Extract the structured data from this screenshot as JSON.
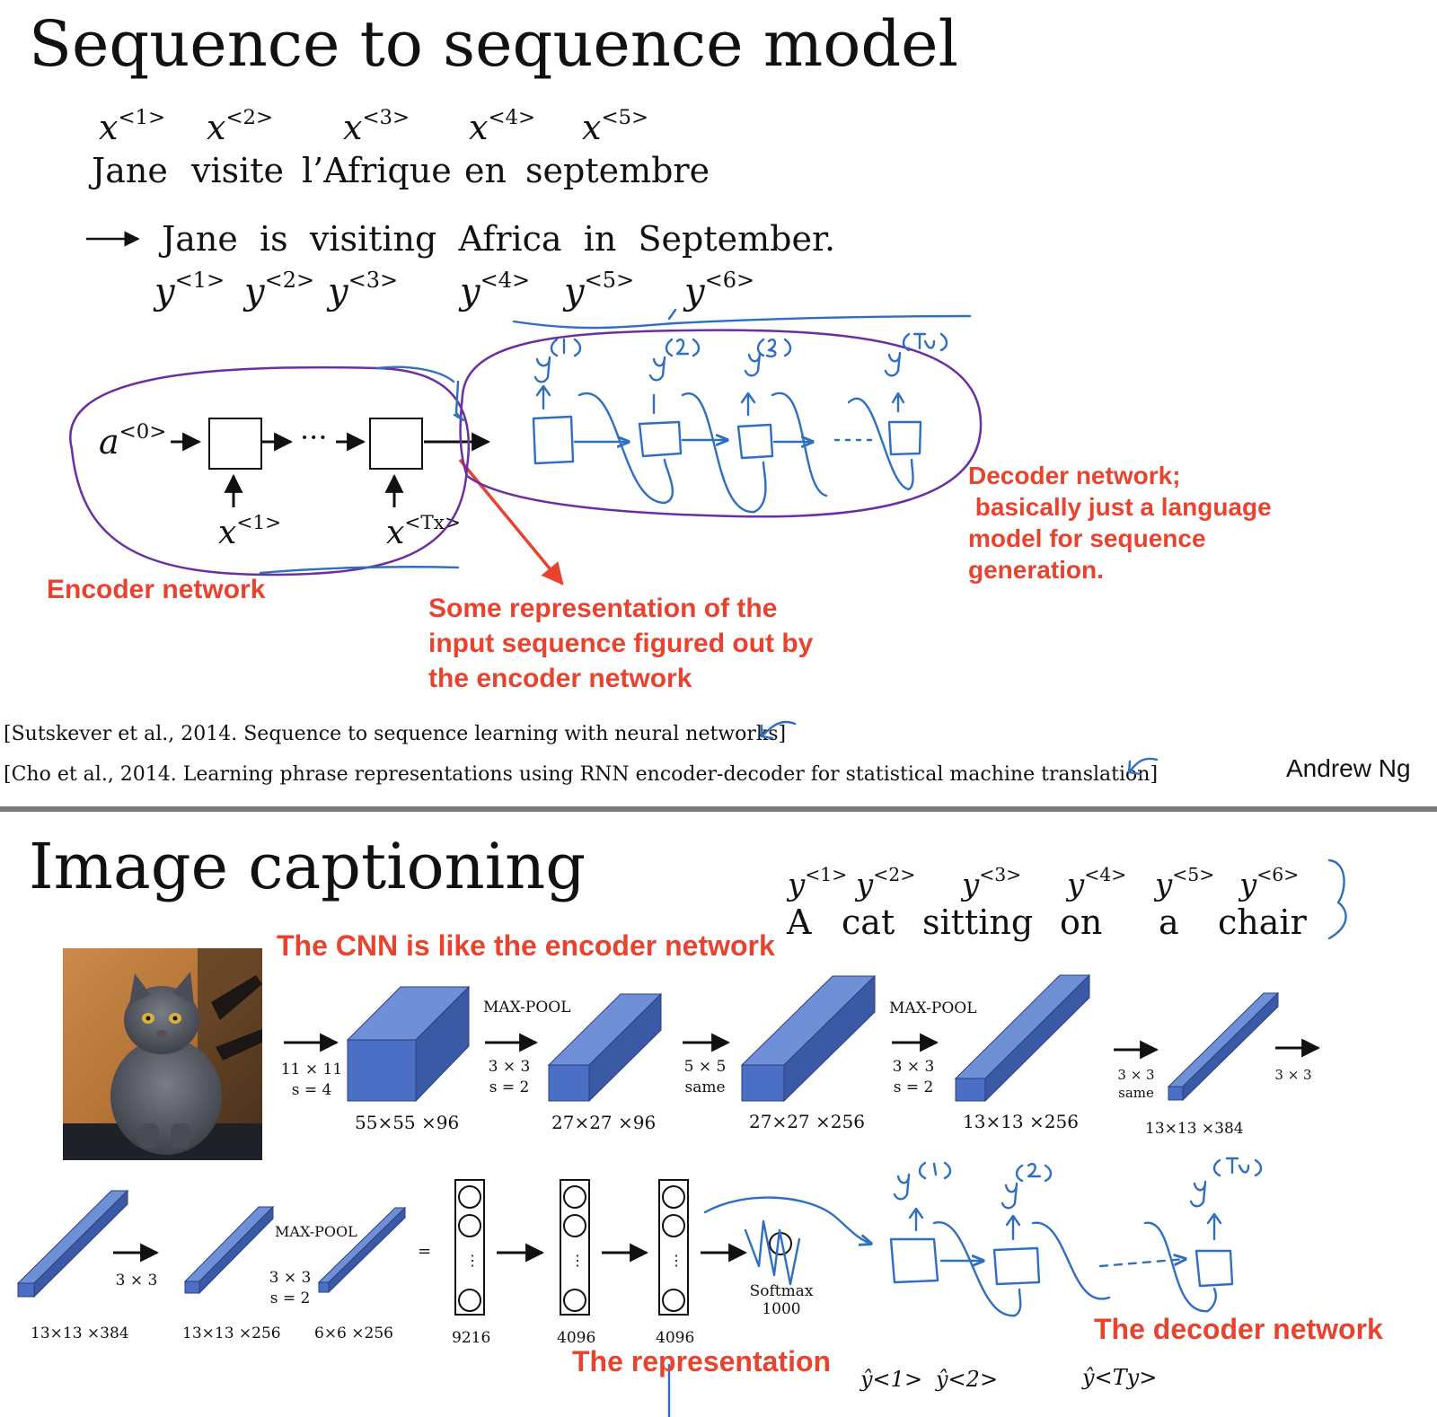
{
  "slide1": {
    "title": "Sequence to sequence model",
    "x_labels": [
      "x",
      "x",
      "x",
      "x",
      "x"
    ],
    "x_sups": [
      "<1>",
      "<2>",
      "<3>",
      "<4>",
      "<5>"
    ],
    "french_words": [
      "Jane",
      "visite",
      "l’Afrique",
      "en",
      "septembre"
    ],
    "english_sentence": "Jane  is  visiting  Africa  in  September.",
    "y_sups": [
      "<1>",
      "<2>",
      "<3>",
      "<4>",
      "<5>",
      "<6>"
    ],
    "a0_sup": "<0>",
    "x1_sup": "<1>",
    "xTx_sup": "<Tx>",
    "dots": "···",
    "encoder_label": "Encoder network",
    "representation_label": "Some representation of the\ninput sequence figured out by\nthe encoder network",
    "decoder_label": "Decoder network;\n basically just a language\nmodel for sequence\ngeneration.",
    "handwritten_y": [
      "y<1>",
      "y<2>",
      "y<3>",
      "y<Ty>"
    ],
    "ref1": "[Sutskever et al., 2014. Sequence to sequence learning with neural networks]",
    "ref2": "[Cho et al., 2014. Learning phrase representations using RNN encoder-decoder for statistical machine translation]",
    "author": "Andrew Ng"
  },
  "slide2": {
    "title": "Image captioning",
    "y_sups": [
      "<1>",
      "<2>",
      "<3>",
      "<4>",
      "<5>",
      "<6>"
    ],
    "caption_words": [
      "A",
      "cat",
      "sitting",
      "on",
      "a",
      "chair"
    ],
    "cnn_label": "The CNN is like the encoder network",
    "row1": {
      "op1": "11 × 11\ns = 4",
      "dim1": "55×55 ×96",
      "pool1": "MAX-POOL",
      "op2": "3 × 3\ns = 2",
      "dim2": "27×27 ×96",
      "op3": "5 × 5\nsame",
      "dim3": "27×27 ×256",
      "pool2": "MAX-POOL",
      "op4": "3 × 3\ns = 2",
      "dim4": "13×13 ×256",
      "op5": "3 × 3\nsame",
      "dim5": "13×13 ×384",
      "op6": "3 × 3"
    },
    "row2": {
      "dim1": "13×13 ×384",
      "op1": "3 × 3",
      "dim2": "13×13 ×256",
      "pool": "MAX-POOL",
      "op2": "3 × 3\ns = 2",
      "dim3": "6×6 ×256",
      "equals": "=",
      "fc1": "9216",
      "fc2": "4096",
      "fc3": "4096",
      "softmax": "Softmax\n1000",
      "vdots": "⋮"
    },
    "representation_label": "The representation",
    "decoder_label": "The decoder network",
    "handwritten_y": [
      "y<1>",
      "y<2>",
      "y<Ty>"
    ],
    "bottom_yhat": [
      "ŷ<1>",
      "ŷ<2>",
      "ŷ<Ty>"
    ]
  },
  "colors": {
    "red": "#e8432f",
    "ink_blue": "#2f6fc0",
    "purple": "#6a2fa0",
    "block_front": "#4a6fc4",
    "block_top": "#6f8fd6",
    "block_side": "#3b5aa6"
  }
}
